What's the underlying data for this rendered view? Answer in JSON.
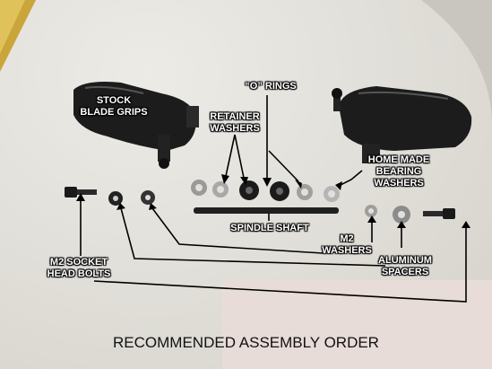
{
  "labels": {
    "stock_blade_grips": "STOCK\nBLADE GRIPS",
    "o_rings": "“O” RINGS",
    "retainer_washers": "RETAINER\nWASHERS",
    "home_made_bearing_washers": "HOME MADE\nBEARING\nWASHERS",
    "spindle_shaft": "SPINDLE SHAFT",
    "m2_washers": "M2\nWASHERS",
    "aluminum_spacers": "ALUMINUM\nSPACERS",
    "m2_socket_head_bolts": "M2 SOCKET\nHEAD BOLTS"
  },
  "caption": "RECOMMENDED ASSEMBLY ORDER",
  "colors": {
    "label_text": "#ffffff",
    "caption_text": "#111111",
    "mat": "#e2e0da",
    "parts": "#1a1a1a"
  }
}
